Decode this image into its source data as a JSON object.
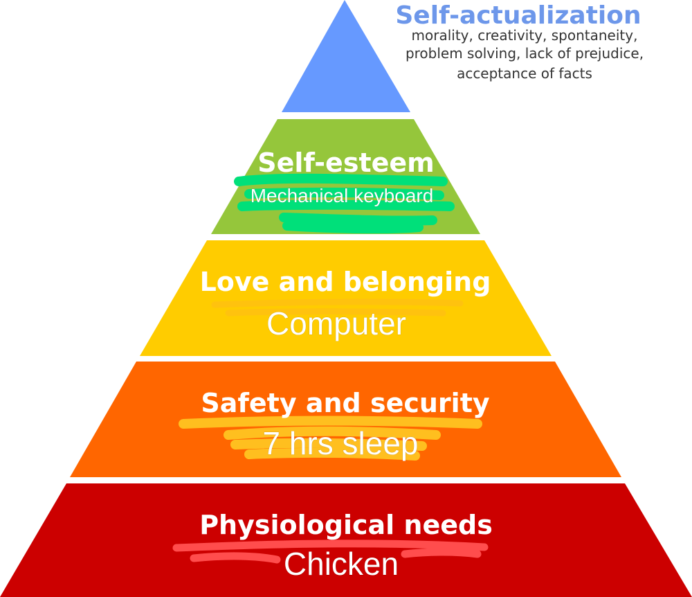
{
  "diagram": {
    "top": {
      "title": "Self-actualization",
      "description_lines": [
        "morality, creativity, spontaneity,",
        "problem solving, lack of prejudice,",
        "acceptance of facts"
      ],
      "color": "#6699ff",
      "title_color": "#6d97ea"
    },
    "levels": [
      {
        "title": "Self-esteem",
        "note": "Mechanical keyboard",
        "color": "#95c63b",
        "scribble_color": "#00e07a",
        "note_color": "#ffffff"
      },
      {
        "title": "Love and belonging",
        "note": "Computer",
        "color": "#ffcc00",
        "scribble_color": "#ffc20e",
        "note_color": "#ffffff"
      },
      {
        "title": "Safety and security",
        "note": "7 hrs sleep",
        "color": "#ff6600",
        "scribble_color": "#ffbf1f",
        "note_color": "#ffffff"
      },
      {
        "title": "Physiological needs",
        "note": "Chicken",
        "color": "#cc0000",
        "scribble_color": "#ff4d4d",
        "note_color": "#ffffff"
      }
    ]
  }
}
